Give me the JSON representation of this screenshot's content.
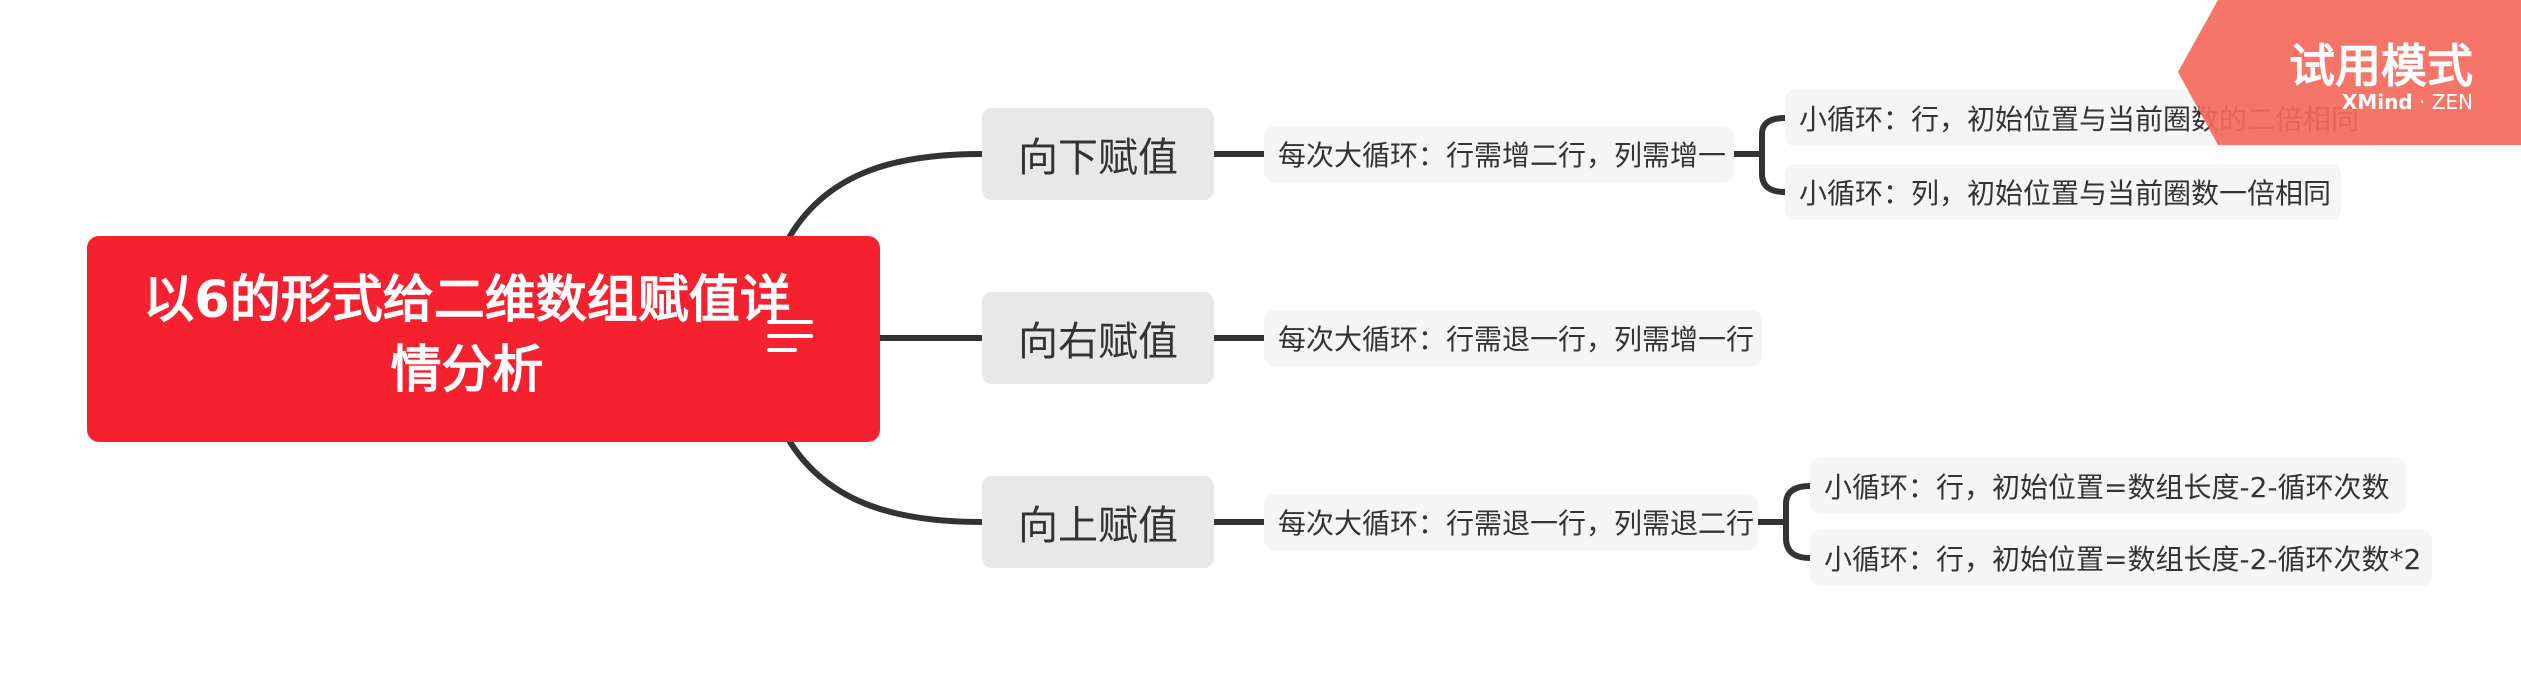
{
  "central": {
    "title": "以6的形式给二维数组赋值详情分析"
  },
  "branches": [
    {
      "label": "向下赋值",
      "detail": "每次大循环：行需增二行，列需增一",
      "subs": [
        "小循环：行，初始位置与当前圈数的二倍相同",
        "小循环：列，初始位置与当前圈数一倍相同"
      ]
    },
    {
      "label": "向右赋值",
      "detail": "每次大循环：行需退一行，列需增一行",
      "subs": []
    },
    {
      "label": "向上赋值",
      "detail": "每次大循环：行需退一行，列需退二行",
      "subs": [
        "小循环：行，初始位置=数组长度-2-循环次数",
        "小循环：行，初始位置=数组长度-2-循环次数*2"
      ]
    }
  ],
  "watermark": {
    "title": "试用模式",
    "brand_bold": "XMind",
    "brand_rest": " · ZEN",
    "color": "#F46A5B"
  },
  "colors": {
    "central": "#F5212F",
    "topic": "#E8E8E8",
    "sub": "#F5F5F5",
    "line": "#333333"
  }
}
